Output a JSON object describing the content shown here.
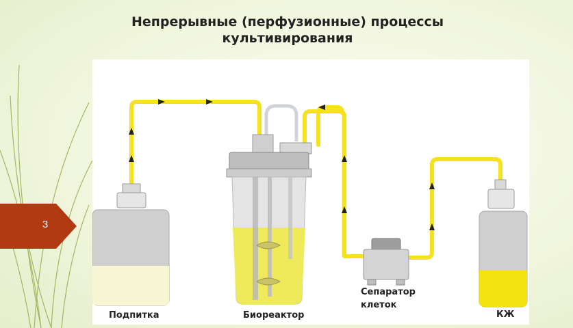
{
  "title": {
    "line1": "Непрерывные (перфузионные) процессы",
    "line2": "культивирования"
  },
  "page_number": "3",
  "labels": {
    "feed": "Подпитка",
    "bioreactor": "Биореактор",
    "separator_line1": "Сепаратор",
    "separator_line2": "клеток",
    "kzh": "КЖ"
  },
  "colors": {
    "tube": "#f5e21c",
    "badge": "#b23a12",
    "feed_liquid": "#f8f6d2",
    "reactor_liquid": "#eeea5a",
    "kzh_liquid": "#f2e210",
    "container_gray": "#cfcfcf"
  }
}
